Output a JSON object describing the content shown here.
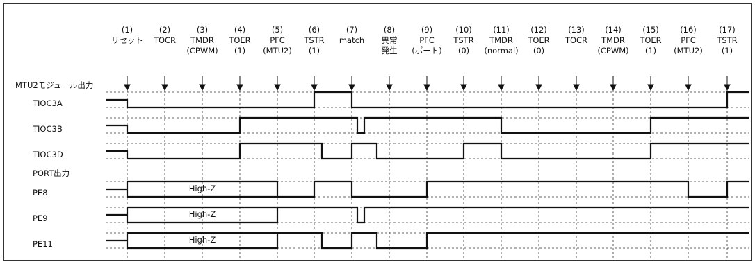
{
  "steps": [
    {
      "num": "(1)",
      "l1": "リセット",
      "l2": "",
      "l3": ""
    },
    {
      "num": "(2)",
      "l1": "TOCR",
      "l2": "",
      "l3": ""
    },
    {
      "num": "(3)",
      "l1": "TMDR",
      "l2": "(CPWM)",
      "l3": ""
    },
    {
      "num": "(4)",
      "l1": "TOER",
      "l2": "(1)",
      "l3": ""
    },
    {
      "num": "(5)",
      "l1": "PFC",
      "l2": "(MTU2)",
      "l3": ""
    },
    {
      "num": "(6)",
      "l1": "TSTR",
      "l2": "(1)",
      "l3": ""
    },
    {
      "num": "(7)",
      "l1": "match",
      "l2": "",
      "l3": ""
    },
    {
      "num": "(8)",
      "l1": "異常",
      "l2": "発生",
      "l3": ""
    },
    {
      "num": "(9)",
      "l1": "PFC",
      "l2": "(ポート)",
      "l3": ""
    },
    {
      "num": "(10)",
      "l1": "TSTR",
      "l2": "(0)",
      "l3": ""
    },
    {
      "num": "(11)",
      "l1": "TMDR",
      "l2": "(normal)",
      "l3": ""
    },
    {
      "num": "(12)",
      "l1": "TOER",
      "l2": "(0)",
      "l3": ""
    },
    {
      "num": "(13)",
      "l1": "TOCR",
      "l2": "",
      "l3": ""
    },
    {
      "num": "(14)",
      "l1": "TMDR",
      "l2": "(CPWM)",
      "l3": ""
    },
    {
      "num": "(15)",
      "l1": "TOER",
      "l2": "(1)",
      "l3": ""
    },
    {
      "num": "(16)",
      "l1": "PFC",
      "l2": "(MTU2)",
      "l3": ""
    },
    {
      "num": "(17)",
      "l1": "TSTR",
      "l2": "(1)",
      "l3": ""
    }
  ],
  "sections": {
    "mtu2": "MTU2モジュール出力",
    "port": "PORT出力"
  },
  "signals": [
    {
      "key": "tioc3a",
      "label": "TIOC3A",
      "hiz_label": ""
    },
    {
      "key": "tioc3b",
      "label": "TIOC3B",
      "hiz_label": ""
    },
    {
      "key": "tioc3d",
      "label": "TIOC3D",
      "hiz_label": ""
    },
    {
      "key": "pe8",
      "label": "PE8",
      "hiz_label": "High-Z"
    },
    {
      "key": "pe9",
      "label": "PE9",
      "hiz_label": "High-Z"
    },
    {
      "key": "pe11",
      "label": "PE11",
      "hiz_label": "High-Z"
    }
  ],
  "colors": {
    "line": "#111111",
    "frame": "#333333",
    "background": "#ffffff"
  }
}
